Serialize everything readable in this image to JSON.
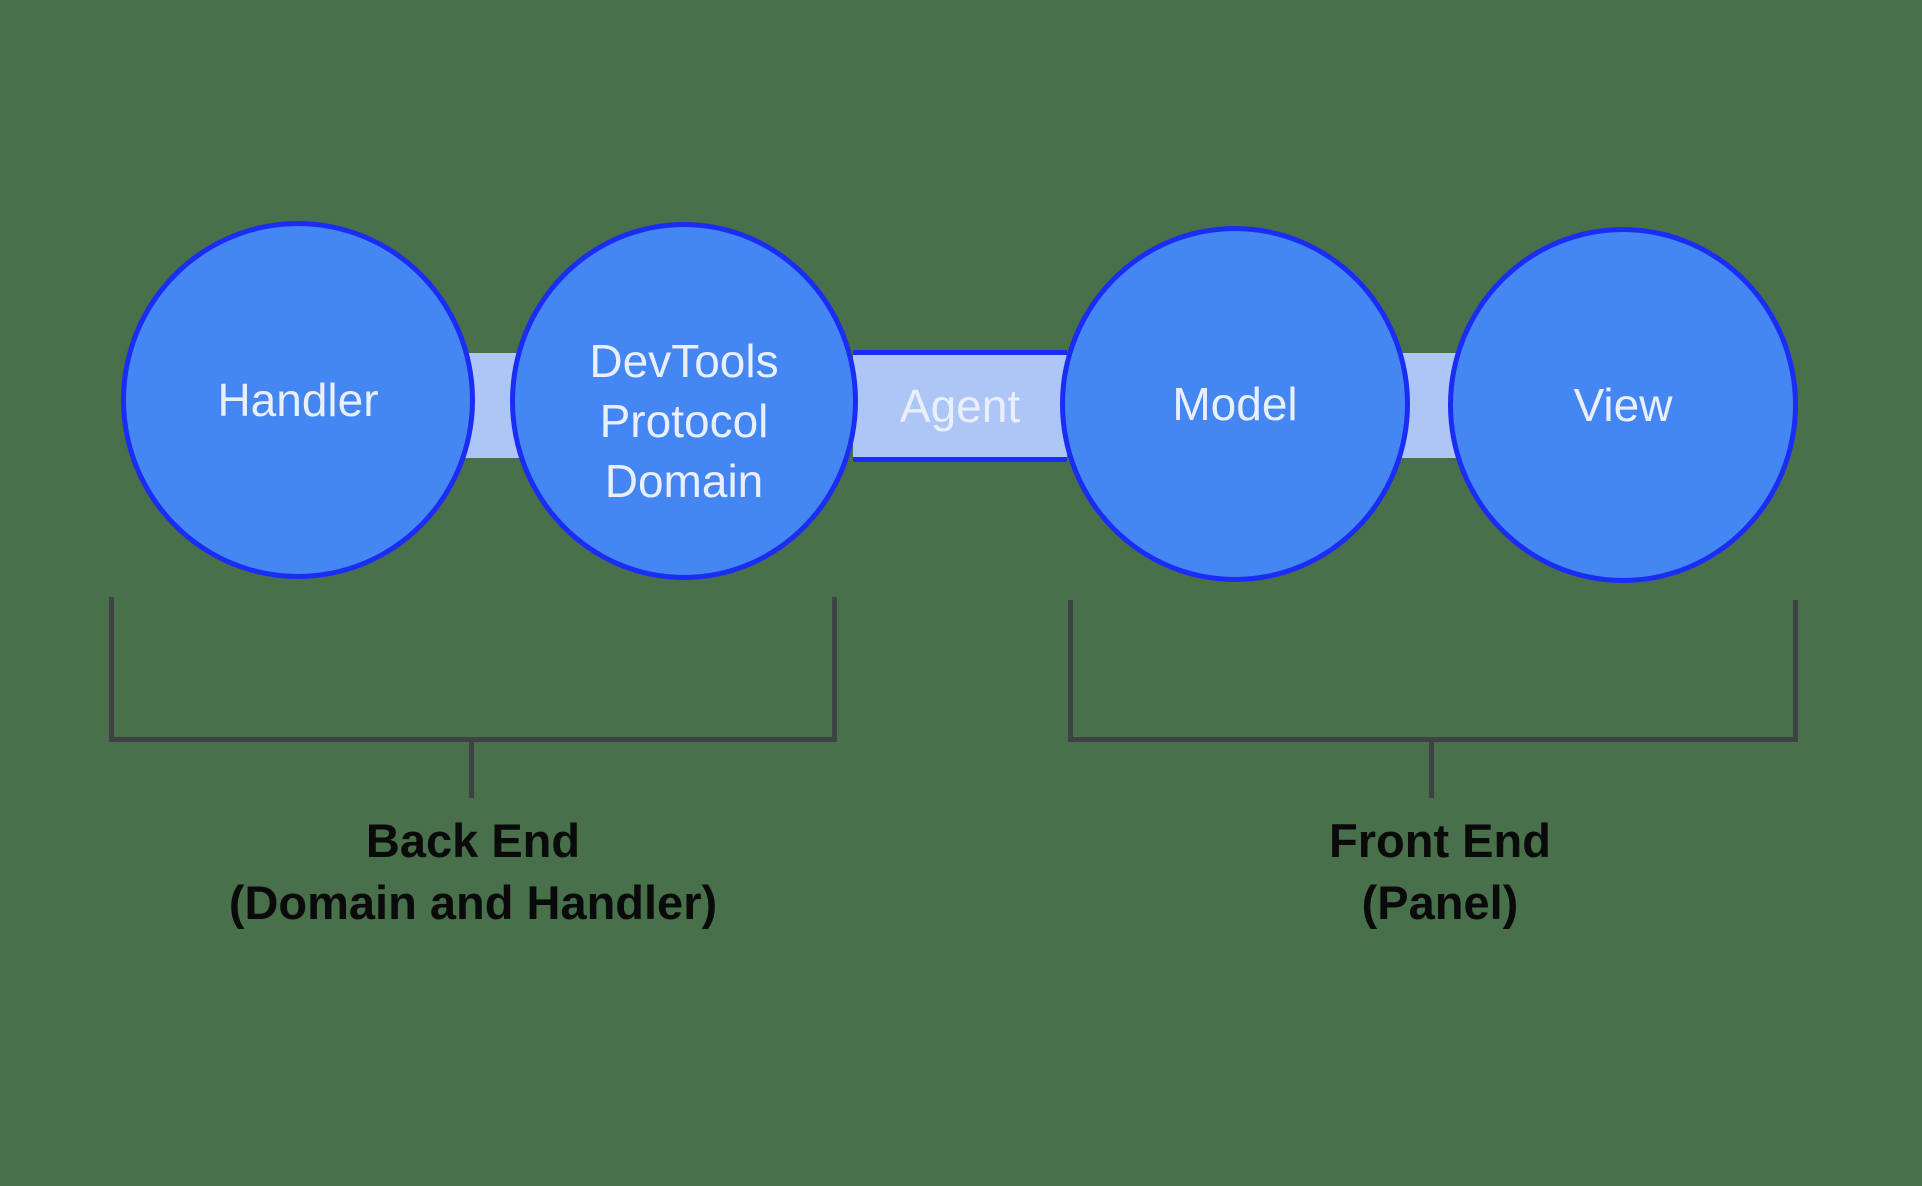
{
  "diagram": {
    "nodes": [
      {
        "label": "Handler"
      },
      {
        "label": "DevTools Protocol Domain"
      },
      {
        "label": "Model"
      },
      {
        "label": "View"
      }
    ],
    "connector_label": "Agent",
    "groups": [
      {
        "line1": "Back End",
        "line2": "(Domain and Handler)"
      },
      {
        "line1": "Front End",
        "line2": "(Panel)"
      }
    ],
    "colors": {
      "background": "#47704B",
      "node_fill": "#4486F2",
      "node_border": "#1B2DF5",
      "connector_fill": "#ADC6F5",
      "bracket": "#3F4245",
      "node_text": "#E9EFFD",
      "group_text": "#0A0A0B"
    }
  }
}
